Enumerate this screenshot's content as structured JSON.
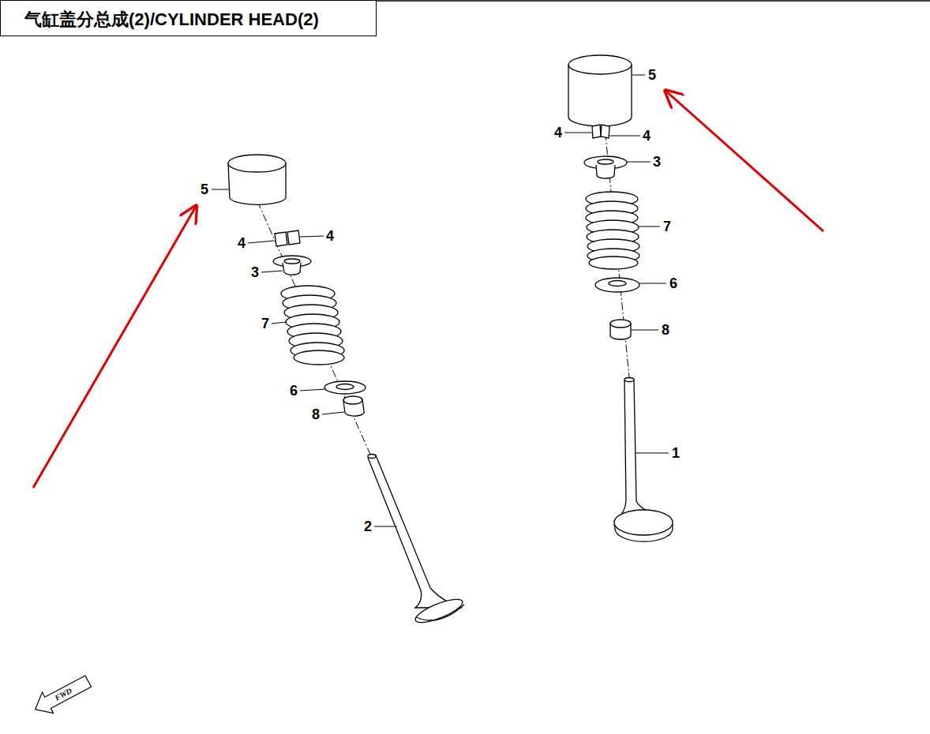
{
  "diagram": {
    "title": "气缸盖分总成(2)/CYLINDER HEAD(2)",
    "labels": [
      "5",
      "4",
      "4",
      "3",
      "7",
      "6",
      "8",
      "2",
      "5",
      "4",
      "4",
      "3",
      "7",
      "6",
      "8",
      "1",
      "FWD"
    ]
  }
}
